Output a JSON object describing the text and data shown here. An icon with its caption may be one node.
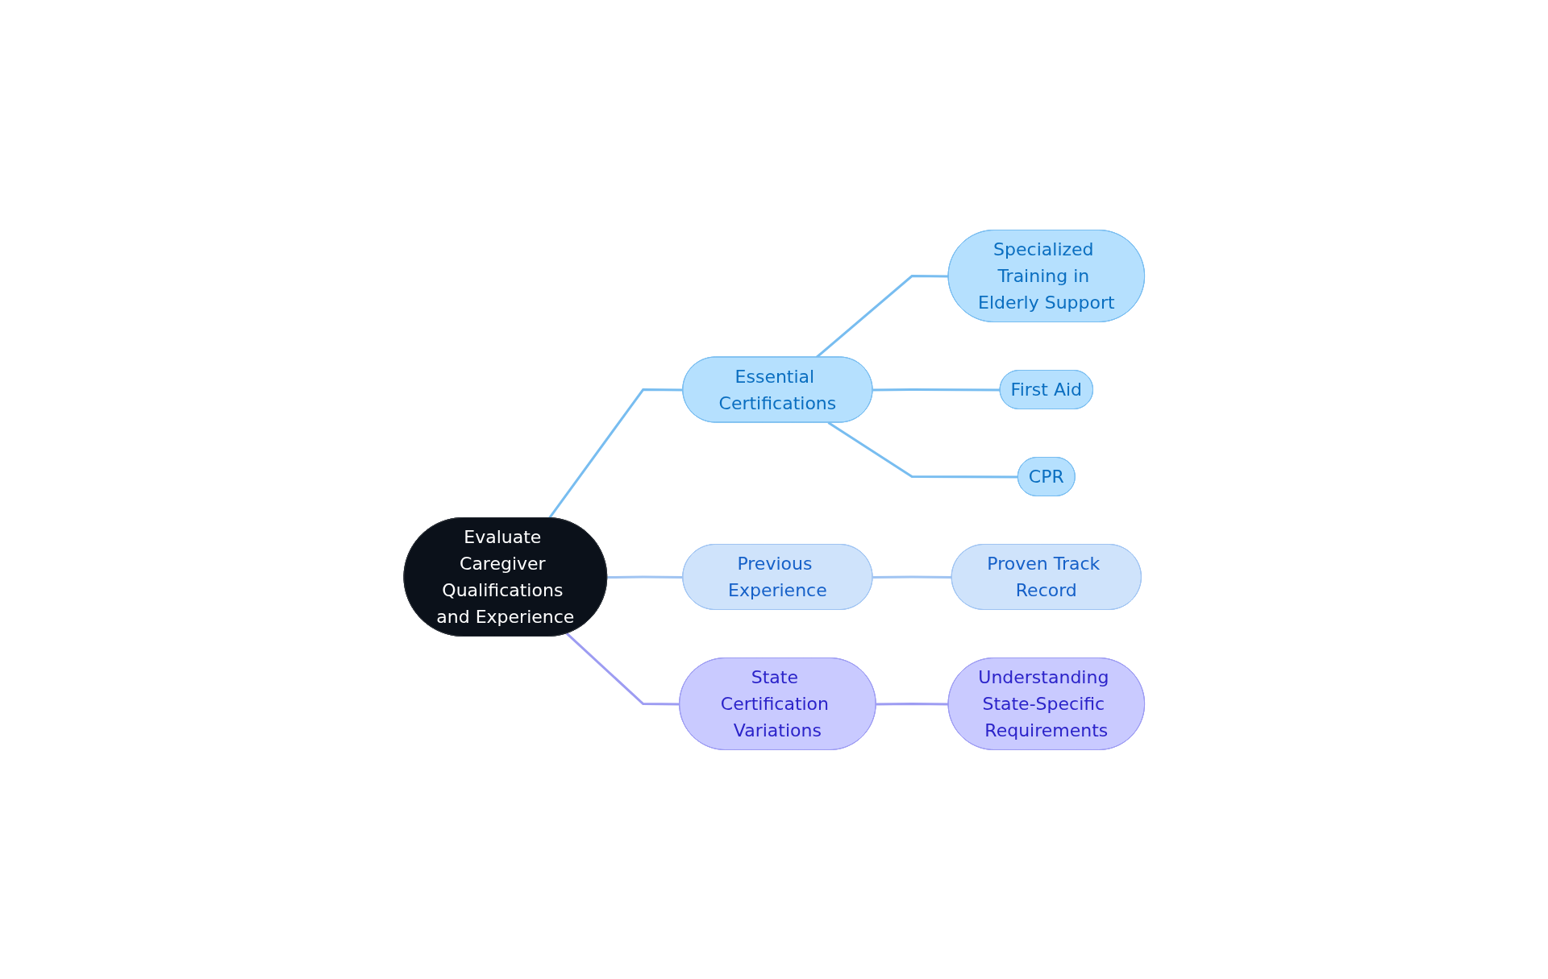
{
  "diagram": {
    "nodes": [
      {
        "text": [
          "Evaluate Caregiver Qualifications and Experience"
        ]
      },
      {
        "text": [
          "Essential Certifications"
        ]
      },
      {
        "text": [
          "Specialized Training in Elderly Support"
        ]
      },
      {
        "text": [
          "First Aid"
        ]
      },
      {
        "text": [
          "CPR"
        ]
      },
      {
        "text": [
          "Previous Experience"
        ]
      },
      {
        "text": [
          "Proven Track Record"
        ]
      },
      {
        "text": [
          "State Certification Variations"
        ]
      },
      {
        "text": [
          "Understanding State-Specific Requirements"
        ]
      }
    ],
    "edges": [
      {
        "from": 0,
        "to": 1,
        "arrow": "none"
      },
      {
        "from": 1,
        "to": 2,
        "arrow": "none"
      },
      {
        "from": 1,
        "to": 3,
        "arrow": "none"
      },
      {
        "from": 1,
        "to": 4,
        "arrow": "none"
      },
      {
        "from": 0,
        "to": 5,
        "arrow": "none",
        "color": "#a0c4f2"
      },
      {
        "from": 5,
        "to": 6,
        "arrow": "none",
        "color": "#a0c4f2"
      },
      {
        "from": 0,
        "to": 7,
        "arrow": "none",
        "color": "#9d9cf2"
      },
      {
        "from": 7,
        "to": 8,
        "arrow": "none",
        "color": "#9d9cf2"
      }
    ]
  }
}
